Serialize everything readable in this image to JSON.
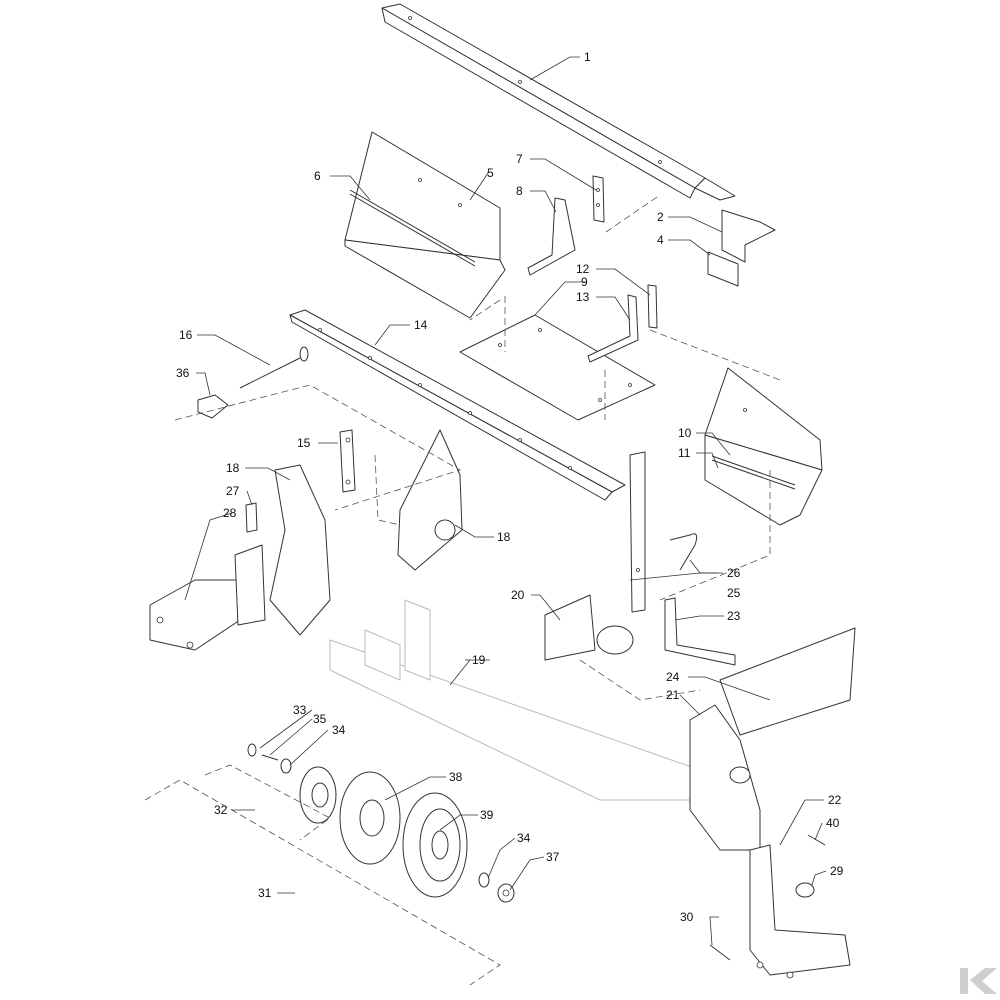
{
  "callouts": [
    {
      "id": "c1",
      "label": "1"
    },
    {
      "id": "c2",
      "label": "2"
    },
    {
      "id": "c4",
      "label": "4"
    },
    {
      "id": "c5",
      "label": "5"
    },
    {
      "id": "c6",
      "label": "6"
    },
    {
      "id": "c7",
      "label": "7"
    },
    {
      "id": "c8",
      "label": "8"
    },
    {
      "id": "c9",
      "label": "9"
    },
    {
      "id": "c10",
      "label": "10"
    },
    {
      "id": "c11",
      "label": "11"
    },
    {
      "id": "c12",
      "label": "12"
    },
    {
      "id": "c13",
      "label": "13"
    },
    {
      "id": "c14",
      "label": "14"
    },
    {
      "id": "c15",
      "label": "15"
    },
    {
      "id": "c16",
      "label": "16"
    },
    {
      "id": "c18a",
      "label": "18"
    },
    {
      "id": "c18b",
      "label": "18"
    },
    {
      "id": "c19",
      "label": "19"
    },
    {
      "id": "c20",
      "label": "20"
    },
    {
      "id": "c21",
      "label": "21"
    },
    {
      "id": "c22",
      "label": "22"
    },
    {
      "id": "c23",
      "label": "23"
    },
    {
      "id": "c24",
      "label": "24"
    },
    {
      "id": "c25",
      "label": "25"
    },
    {
      "id": "c26",
      "label": "26"
    },
    {
      "id": "c27",
      "label": "27"
    },
    {
      "id": "c28",
      "label": "28"
    },
    {
      "id": "c29",
      "label": "29"
    },
    {
      "id": "c30",
      "label": "30"
    },
    {
      "id": "c31",
      "label": "31"
    },
    {
      "id": "c32",
      "label": "32"
    },
    {
      "id": "c33",
      "label": "33"
    },
    {
      "id": "c34a",
      "label": "34"
    },
    {
      "id": "c34b",
      "label": "34"
    },
    {
      "id": "c35",
      "label": "35"
    },
    {
      "id": "c36",
      "label": "36"
    },
    {
      "id": "c37",
      "label": "37"
    },
    {
      "id": "c38",
      "label": "38"
    },
    {
      "id": "c39",
      "label": "39"
    },
    {
      "id": "c40",
      "label": "40"
    }
  ],
  "colors": {
    "line": "#333333",
    "ghost": "#bbbbbb",
    "logo": "#cfcfcf"
  },
  "icons": {
    "watermark": "chevron-logo-icon"
  }
}
